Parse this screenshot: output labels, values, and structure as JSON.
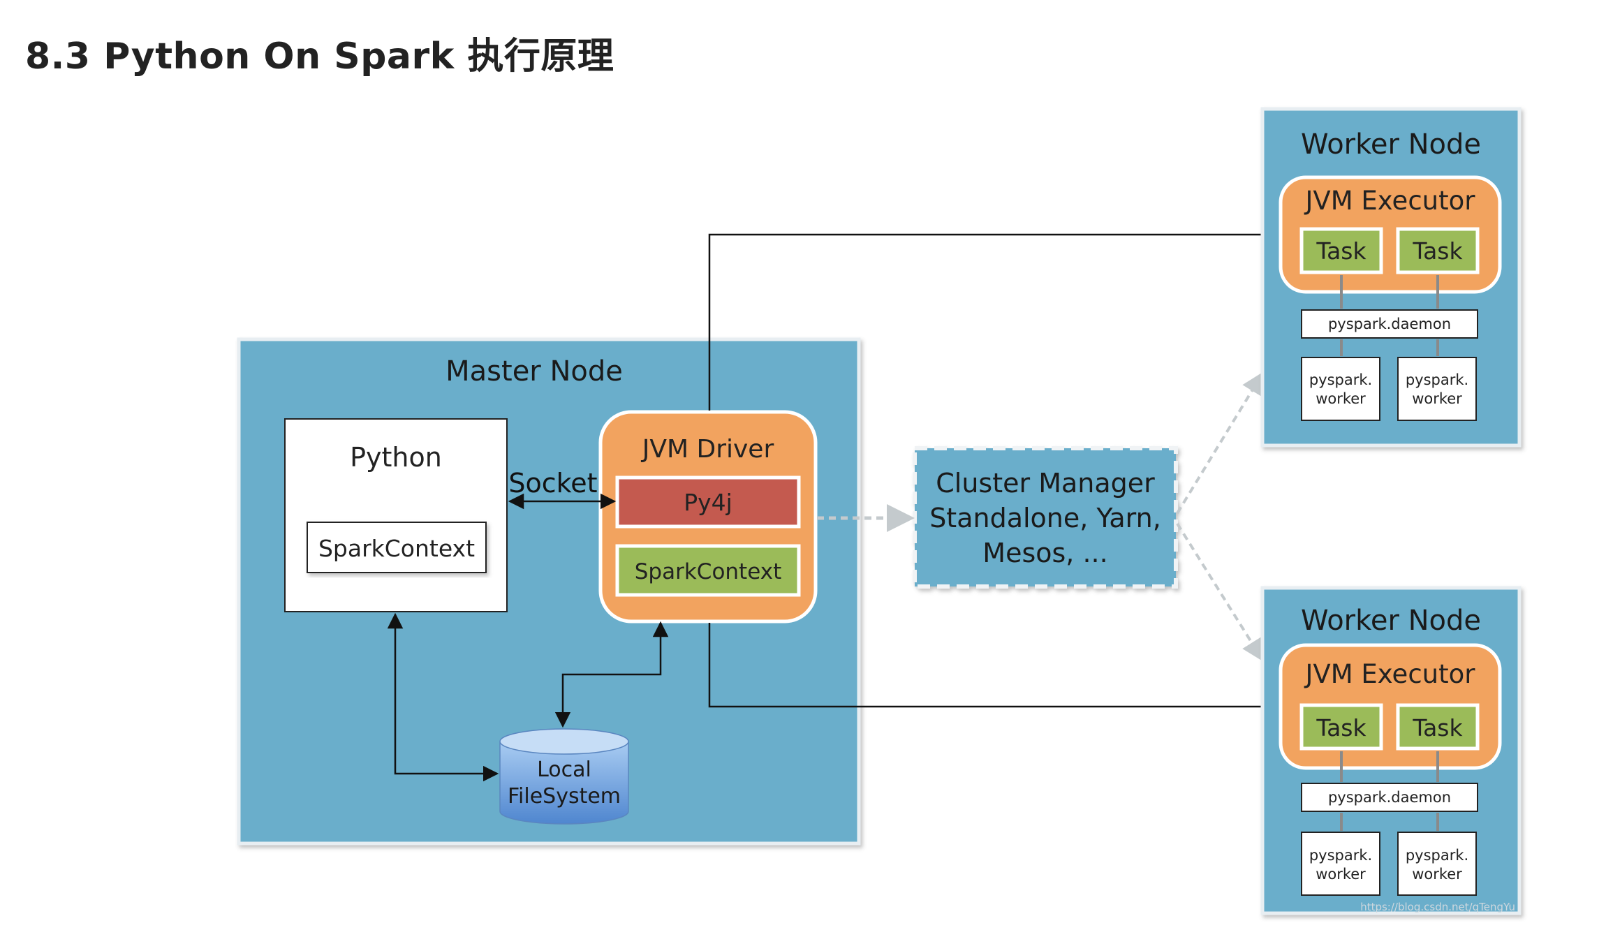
{
  "page": {
    "title": "8.3 Python On Spark 执行原理"
  },
  "colors": {
    "node_blue": "#6aaecb",
    "jvm_orange": "#f2a35f",
    "py4j_red": "#c45a4f",
    "spark_green": "#9bbb59",
    "task_green": "#9bbb59",
    "disk_blue": "#8ab4e8"
  },
  "master": {
    "label": "Master Node",
    "python": {
      "label": "Python",
      "context": "SparkContext"
    },
    "socket_label": "Socket",
    "driver": {
      "label": "JVM Driver",
      "py4j": "Py4j",
      "context": "SparkContext"
    },
    "filesystem": {
      "line1": "Local",
      "line2": "FileSystem"
    }
  },
  "cluster_manager": {
    "line1": "Cluster Manager",
    "line2": "Standalone, Yarn,",
    "line3": "Mesos, ..."
  },
  "workers": [
    {
      "label": "Worker Node",
      "executor": "JVM Executor",
      "tasks": [
        "Task",
        "Task"
      ],
      "daemon": "pyspark.daemon",
      "workers": [
        [
          "pyspark.",
          "worker"
        ],
        [
          "pyspark.",
          "worker"
        ]
      ]
    },
    {
      "label": "Worker Node",
      "executor": "JVM Executor",
      "tasks": [
        "Task",
        "Task"
      ],
      "daemon": "pyspark.daemon",
      "workers": [
        [
          "pyspark.",
          "worker"
        ],
        [
          "pyspark.",
          "worker"
        ]
      ]
    }
  ],
  "watermark": "https://blog.csdn.net/qTengYu"
}
